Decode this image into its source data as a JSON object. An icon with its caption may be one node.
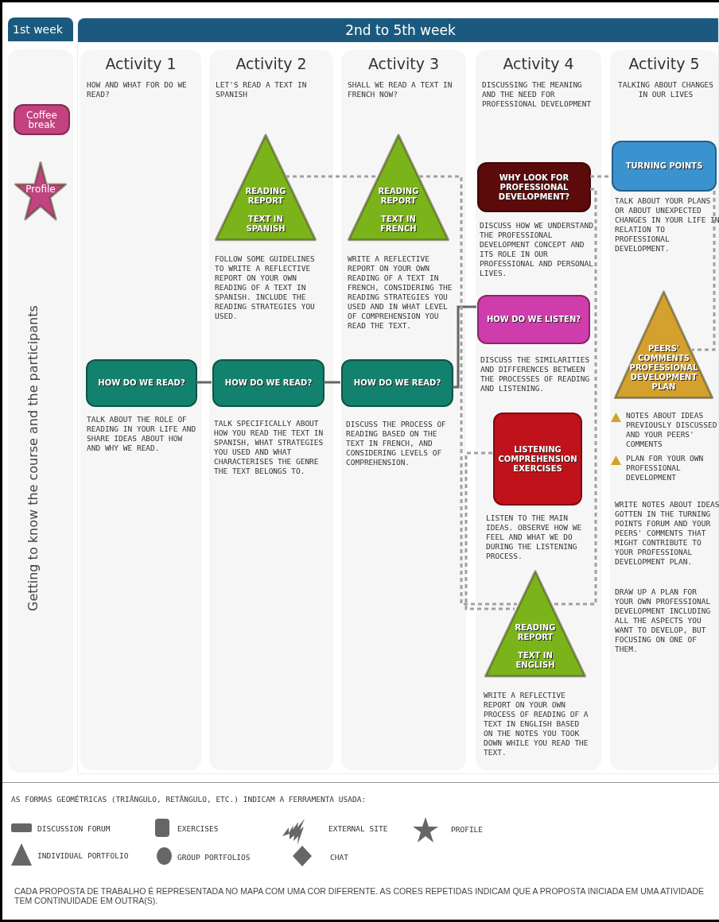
{
  "diagram": {
    "nodes": [
      {
        "text": [
          "1st week",
          "Getting to know the course and the participants"
        ]
      },
      {
        "text": [
          "Coffee break"
        ],
        "in": 0
      },
      {
        "text": [
          "Profile"
        ],
        "in": 0
      },
      {
        "text": [
          "2nd to 5th week"
        ]
      },
      {
        "text": [
          "Activity 1",
          "HOW AND WHAT FOR DO WE READ?"
        ],
        "in": 3
      },
      {
        "text": [
          "HOW DO WE READ?"
        ],
        "in": 4,
        "beside": [
          "TALK ABOUT THE ROLE OF READING IN YOUR LIFE AND SHARE IDEAS ABOUT HOW AND WHY WE READ."
        ]
      },
      {
        "text": [
          "Activity 2",
          "LET'S READ A TEXT IN SPANISH"
        ],
        "in": 3
      },
      {
        "text": [
          "READING REPORT",
          "TEXT IN SPANISH"
        ],
        "in": 6,
        "beside": [
          "FOLLOW SOME GUIDELINES TO WRITE A REFLECTIVE REPORT ON YOUR OWN READING OF A TEXT IN SPANISH. INCLUDE THE READING STRATEGIES YOU USED."
        ]
      },
      {
        "text": [
          "HOW DO WE READ?"
        ],
        "in": 6,
        "beside": [
          "TALK SPECIFICALLY ABOUT HOW YOU READ THE TEXT IN SPANISH, WHAT STRATEGIES YOU USED AND WHAT CHARACTERISES THE GENRE THE TEXT BELONGS TO."
        ]
      },
      {
        "text": [
          "Activity 3",
          "SHALL WE READ A TEXT IN FRENCH NOW?"
        ],
        "in": 3
      },
      {
        "text": [
          "READING REPORT",
          "TEXT IN FRENCH"
        ],
        "in": 9,
        "beside": [
          "WRITE A REFLECTIVE REPORT ON YOUR OWN READING OF A TEXT IN FRENCH, CONSIDERING THE READING STRATEGIES YOU USED AND IN WHAT LEVEL OF COMPREHENSION YOU READ THE TEXT."
        ]
      },
      {
        "text": [
          "HOW DO WE READ?"
        ],
        "in": 9,
        "beside": [
          "DISCUSS THE PROCESS OF READING BASED ON THE TEXT IN FRENCH, AND CONSIDERING LEVELS OF COMPREHENSION."
        ]
      },
      {
        "text": [
          "Activity 4",
          "DISCUSSING THE MEANING AND THE NEED FOR PROFESSIONAL DEVELOPMENT"
        ],
        "in": 3
      },
      {
        "text": [
          "WHY LOOK FOR PROFESSIONAL DEVELOPMENT?"
        ],
        "in": 12,
        "beside": [
          "DISCUSS HOW WE UNDERSTAND THE PROFESSIONAL DEVELOPMENT CONCEPT AND ITS ROLE IN OUR PROFESSIONAL AND PERSONAL LIVES."
        ]
      },
      {
        "text": [
          "HOW DO WE LISTEN?"
        ],
        "in": 12,
        "beside": [
          "DISCUSS THE SIMILARITIES AND DIFFERENCES BETWEEN THE PROCESSES OF READING AND LISTENING."
        ]
      },
      {
        "text": [
          "LISTENING COMPREHENSION EXERCISES"
        ],
        "in": 12,
        "beside": [
          "LISTEN TO THE MAIN IDEAS. OBSERVE HOW WE FEEL AND WHAT WE DO DURING THE LISTENING PROCESS."
        ]
      },
      {
        "text": [
          "READING REPORT",
          "TEXT IN ENGLISH"
        ],
        "in": 12,
        "beside": [
          "WRITE A REFLECTIVE REPORT ON YOUR OWN PROCESS OF READING OF A TEXT IN ENGLISH BASED ON THE NOTES YOU TOOK DOWN WHILE YOU READ THE TEXT."
        ]
      },
      {
        "text": [
          "Activity 5",
          "TALKING ABOUT CHANGES IN OUR LIVES"
        ],
        "in": 3
      },
      {
        "text": [
          "TURNING POINTS"
        ],
        "in": 17,
        "beside": [
          "TALK ABOUT YOUR PLANS OR ABOUT UNEXPECTED CHANGES IN YOUR LIFE IN RELATION TO PROFESSIONAL DEVELOPMENT."
        ]
      },
      {
        "text": [
          "PEERS' COMMENTS",
          "PROFESSIONAL DEVELOPMENT PLAN"
        ],
        "in": 17,
        "beside": [
          "NOTES ABOUT IDEAS PREVIOUSLY DISCUSSED AND YOUR PEERS' COMMENTS",
          "PLAN FOR YOUR OWN PROFESSIONAL DEVELOPMENT",
          "WRITE NOTES ABOUT IDEAS GOTTEN IN THE TURNING POINTS FORUM AND YOUR PEERS' COMMENTS THAT MIGHT CONTRIBUTE TO YOUR PROFESSIONAL DEVELOPMENT PLAN.",
          "DRAW UP A PLAN FOR YOUR OWN PROFESSIONAL DEVELOPMENT INCLUDING ALL THE ASPECTS YOU WANT TO DEVELOP, BUT FOCUSING ON ONE OF THEM."
        ]
      }
    ],
    "edges": [
      {
        "from": 5,
        "to": 8,
        "arrow": "none"
      },
      {
        "from": 8,
        "to": 11,
        "arrow": "none"
      },
      {
        "from": 11,
        "to": 14,
        "arrow": "none"
      },
      {
        "from": 7,
        "to": 10,
        "arrow": "none",
        "style": "dashed"
      },
      {
        "from": 10,
        "to": 16,
        "arrow": "none",
        "style": "dashed"
      },
      {
        "from": 15,
        "to": 16,
        "arrow": "none",
        "style": "dashed"
      },
      {
        "from": 13,
        "to": 18,
        "arrow": "none",
        "style": "dashed"
      },
      {
        "from": 13,
        "to": 16,
        "arrow": "none",
        "style": "dashed"
      },
      {
        "from": 18,
        "to": 19,
        "arrow": "none",
        "style": "dashed"
      }
    ],
    "labels": [
      "AS FORMAS GEOMÉTRICAS (TRIÂNGULO, RETÂNGULO, ETC.) INDICAM A FERRAMENTA USADA:",
      "CADA PROPOSTA DE TRABALHO É REPRESENTADA NO MAPA COM UMA COR DIFERENTE. AS CORES REPETIDAS INDICAM QUE A PROPOSTA INICIADA EM UMA ATIVIDADE TEM CONTINUIDADE EM OUTRA(S)."
    ],
    "legend": [
      {
        "text": "DISCUSSION FORUM"
      },
      {
        "text": "EXERCISES"
      },
      {
        "text": "EXTERNAL SITE"
      },
      {
        "text": "PROFILE"
      },
      {
        "text": "INDIVIDUAL PORTFOLIO"
      },
      {
        "text": "GROUP PORTFOLIOS"
      },
      {
        "text": "CHAT"
      }
    ]
  }
}
